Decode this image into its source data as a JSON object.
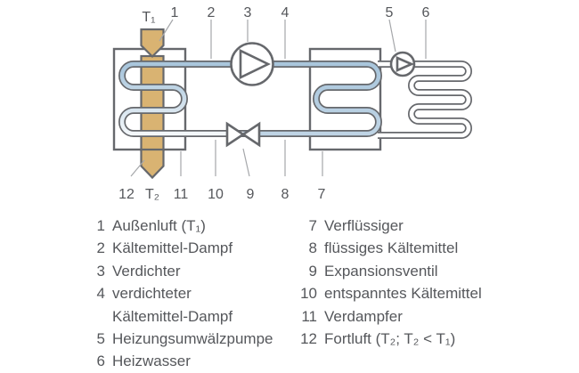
{
  "colors": {
    "pipe_blue": "#a9c6dc",
    "pipe_blue_light": "#bfd4e5",
    "pipe_faded": "#f3f7fa",
    "pipe_white": "#ffffff",
    "air_tan": "#d9b372",
    "outline": "#66686c",
    "text": "#55575b",
    "leader": "#a5a7aa"
  },
  "icons": {
    "compressor": "circle-with-right-triangle",
    "heating_pump": "circle-with-right-triangle-small",
    "expansion_valve": "bowtie-valve",
    "air_flow": "down-arrow-tan"
  },
  "diagram": {
    "labels": {
      "t1": "T₁",
      "t2": "T₂",
      "n1": "1",
      "n2": "2",
      "n3": "3",
      "n4": "4",
      "n5": "5",
      "n6": "6",
      "n7": "7",
      "n8": "8",
      "n9": "9",
      "n10": "10",
      "n11": "11",
      "n12": "12"
    }
  },
  "legend": {
    "left": [
      {
        "num": "1",
        "text": "Außenluft (T₁)"
      },
      {
        "num": "2",
        "text": "Kältemittel-Dampf"
      },
      {
        "num": "3",
        "text": "Verdichter"
      },
      {
        "num": "4",
        "text": "verdichteter",
        "text2": "Kältemittel-Dampf"
      },
      {
        "num": "5",
        "text": "Heizungsumwälzpumpe"
      },
      {
        "num": "6",
        "text": "Heizwasser"
      }
    ],
    "right": [
      {
        "num": "7",
        "text": "Verflüssiger"
      },
      {
        "num": "8",
        "text": "flüssiges Kältemittel"
      },
      {
        "num": "9",
        "text": "Expansionsventil"
      },
      {
        "num": "10",
        "text": "entspanntes Kältemittel"
      },
      {
        "num": "11",
        "text": "Verdampfer"
      },
      {
        "num": "12",
        "text": "Fortluft (T₂; T₂ < T₁)"
      }
    ]
  }
}
